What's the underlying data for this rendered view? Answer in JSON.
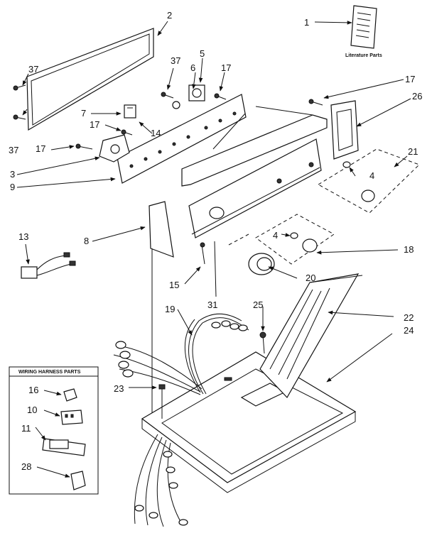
{
  "literature_label": "Literature Parts",
  "wiring_box_title": "WIRING HARNESS PARTS",
  "callouts": {
    "c1": "1",
    "c2": "2",
    "c3": "3",
    "c4a": "4",
    "c4b": "4",
    "c5": "5",
    "c6": "6",
    "c7": "7",
    "c8": "8",
    "c9": "9",
    "c10": "10",
    "c11": "11",
    "c13": "13",
    "c14": "14",
    "c15": "15",
    "c16": "16",
    "c17a": "17",
    "c17b": "17",
    "c17c": "17",
    "c17d": "17",
    "c18": "18",
    "c19": "19",
    "c20": "20",
    "c21": "21",
    "c22": "22",
    "c23": "23",
    "c24": "24",
    "c25": "25",
    "c26": "26",
    "c28": "28",
    "c31": "31",
    "c37a": "37",
    "c37b": "37",
    "c37c": "37"
  }
}
